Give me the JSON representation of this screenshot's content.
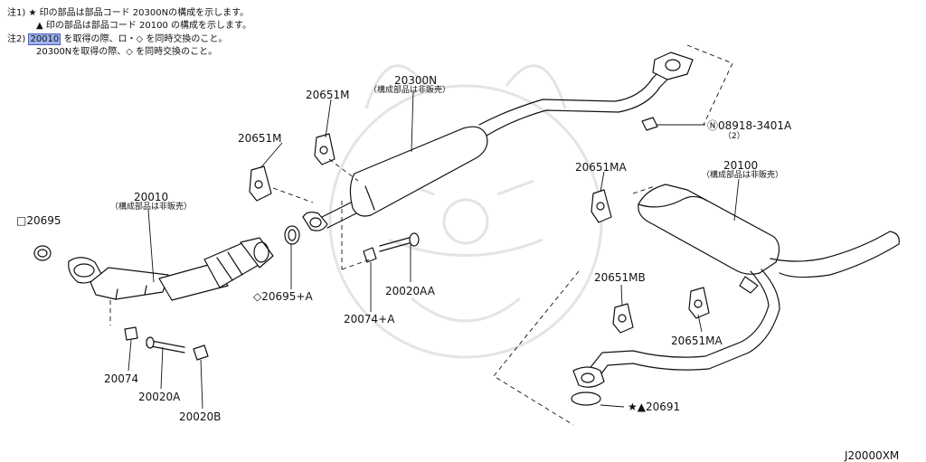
{
  "notes": {
    "line1_prefix": "注1)",
    "line1": "★ 印の部品は部品コード 20300Nの構成を示します。",
    "line2": "▲ 印の部品は部品コード 20100 の構成を示します。",
    "line3_prefix": "注2)",
    "line3_code": "20010",
    "line3_rest": "を取得の際、ロ・◇ を同時交換のこと。",
    "line4": "20300Nを取得の際、◇ を同時交換のこと。"
  },
  "labels": {
    "front_tube": "20010",
    "front_tube_note": "（構成部品は非販売）",
    "center_muffler": "20300N",
    "center_muffler_note": "（構成部品は非販売）",
    "main_muffler": "20100",
    "main_muffler_note": "（構成部品は非販売）",
    "gasket_front": "□20695",
    "gasket_center": "◇20695+A",
    "mounting_upper_left": "20651M",
    "mounting_upper": "20651M",
    "mounting_ma_top": "20651MA",
    "mounting_mb": "20651MB",
    "mounting_ma_bottom": "20651MA",
    "nut_n": "Ⓝ08918-3401A",
    "nut_n_qty": "（2）",
    "stud_20074": "20074",
    "bolt_20020a": "20020A",
    "nut_20020b": "20020B",
    "nut_20074a": "20074+A",
    "bolt_20020aa": "20020AA",
    "gasket_rear": "★▲20691",
    "diagram_id": "J20000XM"
  }
}
